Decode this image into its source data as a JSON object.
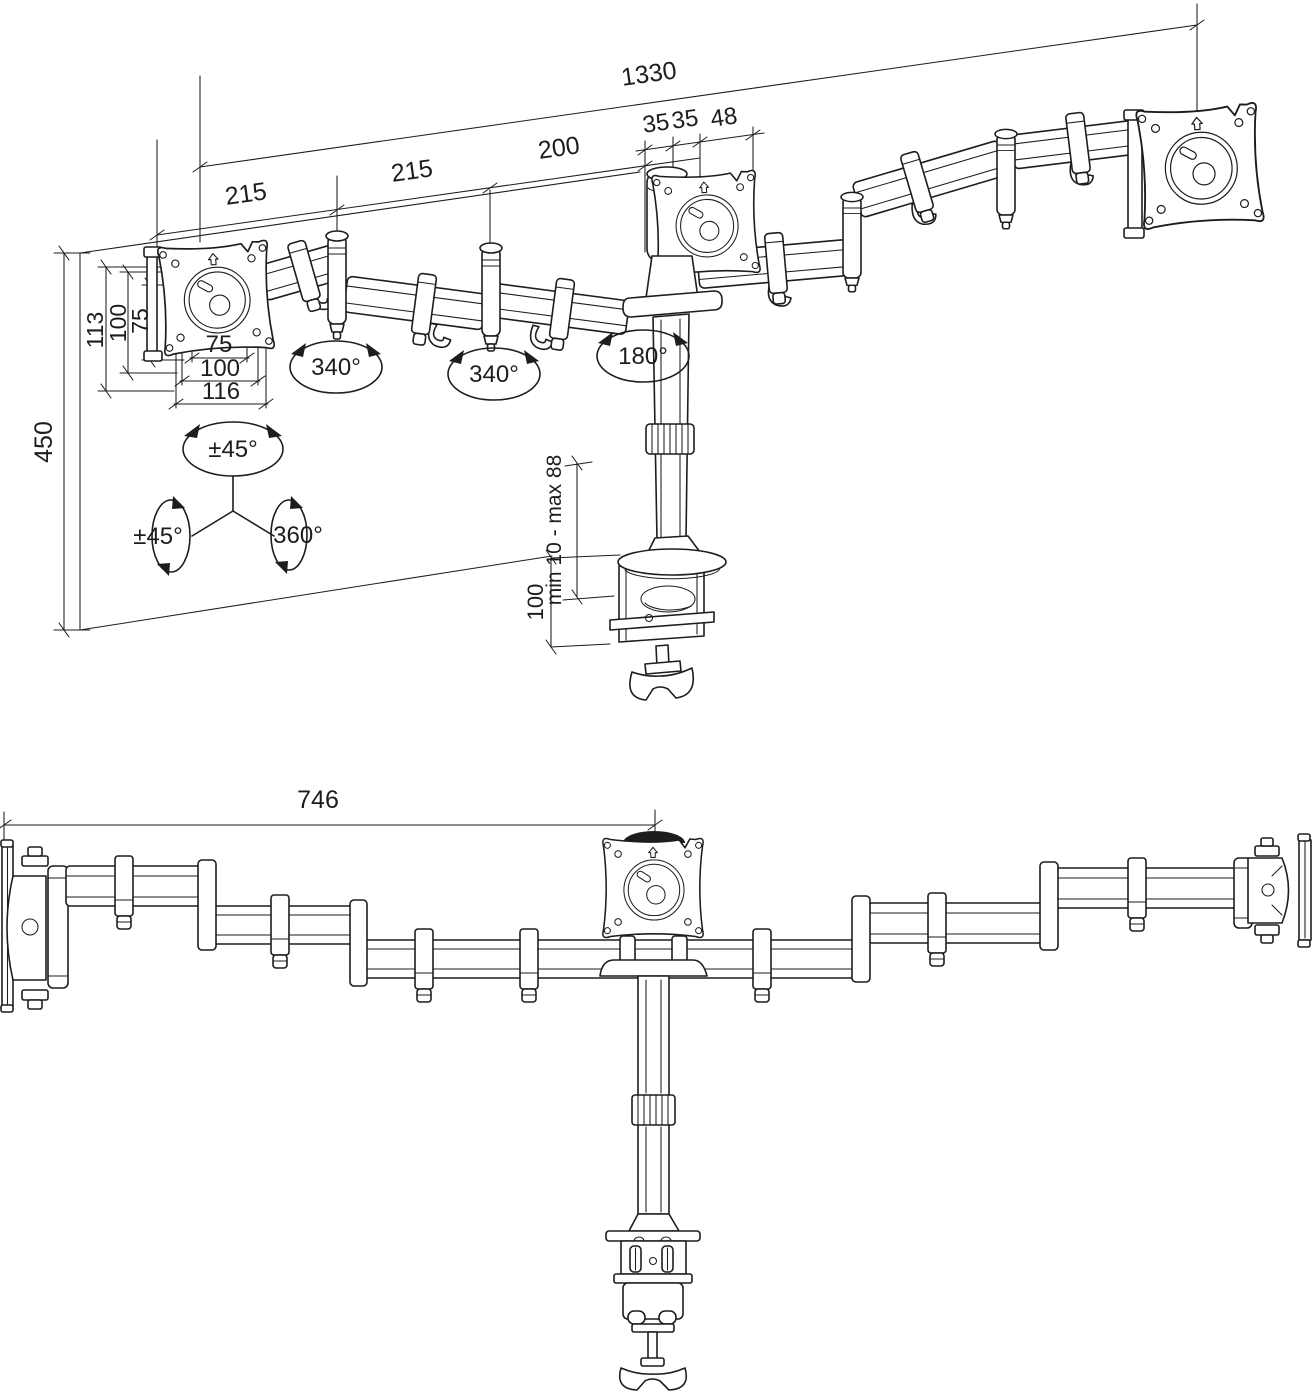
{
  "front_view": {
    "overall_width": "1330",
    "arm_segment_1": "215",
    "arm_segment_2": "215",
    "arm_segment_3": "200",
    "center_spacing_left": "35",
    "center_spacing_right": "35",
    "center_spacing_outer": "48",
    "plate_height_overall": "113",
    "vesa_vertical_100": "100",
    "vesa_vertical_75": "75",
    "vesa_horizontal_75": "75",
    "vesa_horizontal_100": "100",
    "plate_width_overall": "116",
    "column_height": "450",
    "desk_clamp_range": "min 10 - max 88",
    "clamp_height": "100",
    "tilt_range_top": "±45°",
    "tilt_range_side": "±45°",
    "swivel_range": "360°",
    "elbow_rotation_1": "340°",
    "elbow_rotation_2": "340°",
    "column_rotation": "180°"
  },
  "top_view": {
    "arm_reach": "746"
  },
  "colors": {
    "line": "#1d1d1d",
    "background": "#ffffff"
  }
}
